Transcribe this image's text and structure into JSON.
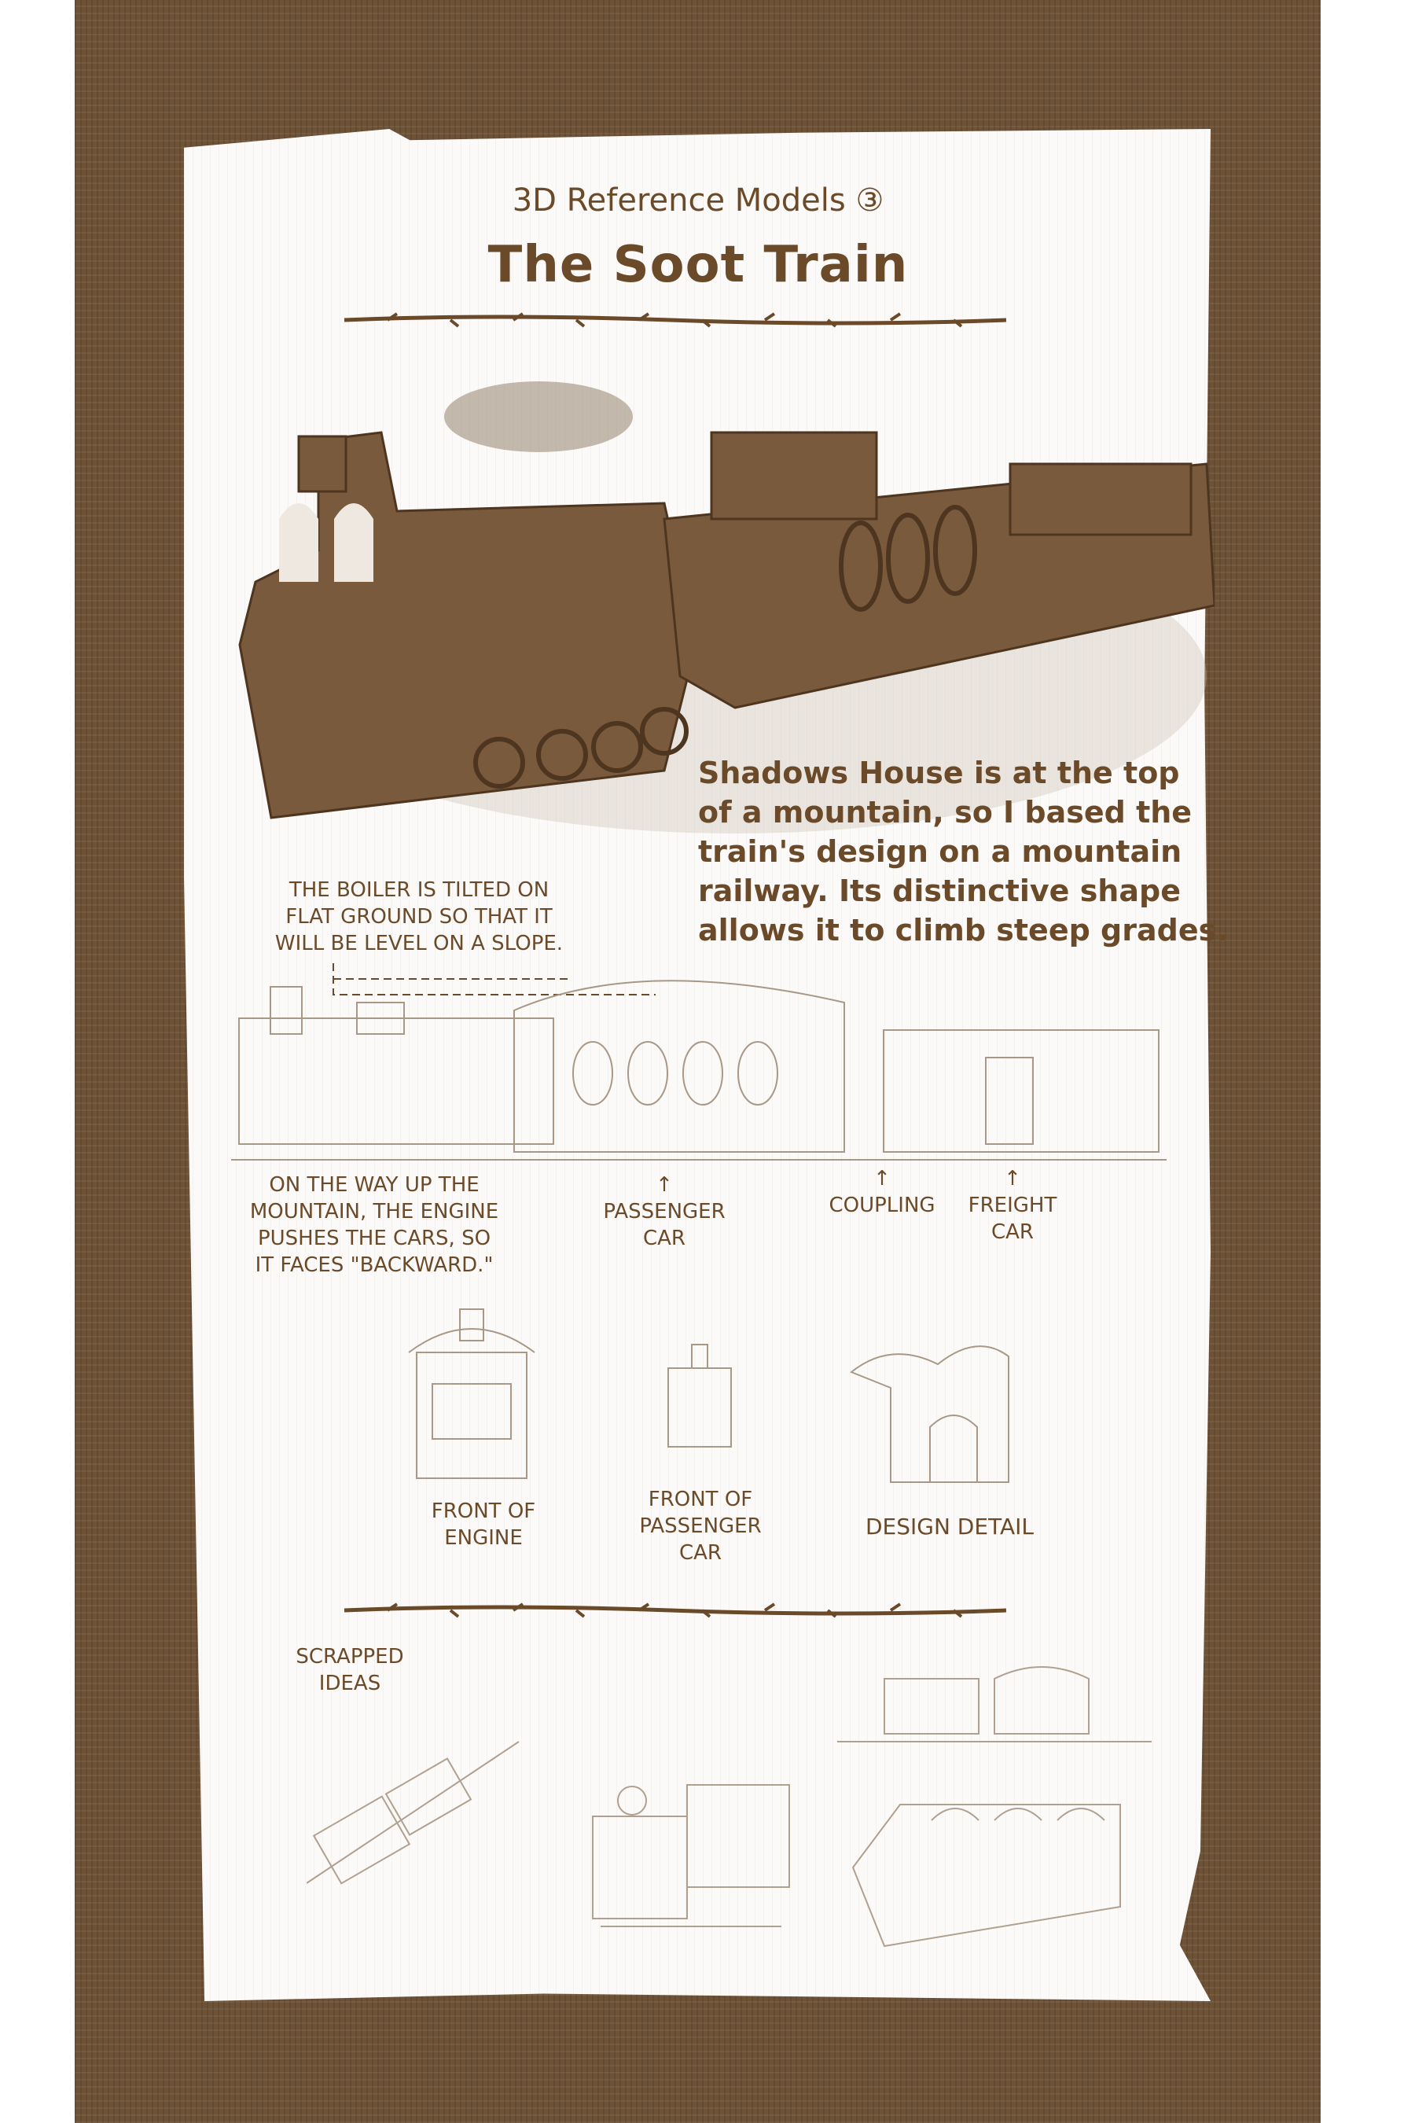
{
  "header": {
    "subtitle": "3D Reference Models ③",
    "title": "The Soot Train"
  },
  "description": [
    "Shadows House is at the top",
    "of a mountain, so I based the",
    "train's design on a mountain",
    "railway. Its distinctive shape",
    "allows it to climb steep grades."
  ],
  "annotations": {
    "boiler": [
      "THE BOILER IS TILTED ON",
      "FLAT GROUND SO THAT IT",
      "WILL BE LEVEL ON A SLOPE."
    ],
    "engine": [
      "ON THE WAY UP THE",
      "MOUNTAIN, THE ENGINE",
      "PUSHES THE CARS, SO",
      "IT FACES \"BACKWARD.\""
    ],
    "passenger_car": [
      "PASSENGER",
      "CAR"
    ],
    "coupling": "COUPLING",
    "freight_car": [
      "FREIGHT",
      "CAR"
    ],
    "front_engine": [
      "FRONT OF",
      "ENGINE"
    ],
    "front_passenger": [
      "FRONT OF",
      "PASSENGER",
      "CAR"
    ],
    "design_detail": "DESIGN DETAIL",
    "scrapped": [
      "SCRAPPED",
      "IDEAS"
    ]
  },
  "colors": {
    "ink": "#6b4a2a",
    "frame": "#6e5236",
    "paper": "#fbfaf8"
  }
}
